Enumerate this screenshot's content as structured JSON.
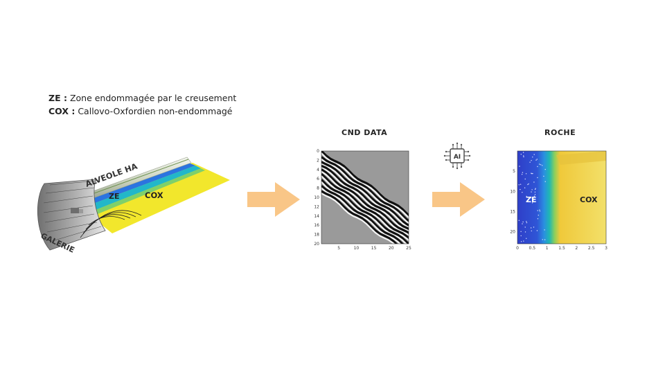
{
  "legend": {
    "ze_key": "ZE :",
    "ze_text": "Zone endommagée par le creusement",
    "cox_key": "COX :",
    "cox_text": "Callovo-Oxfordien non-endommagé"
  },
  "scene": {
    "alveole_label": "ALVEOLE HA",
    "ze_label": "ZE",
    "cox_label": "COX",
    "galerie_label": "GALERIE"
  },
  "cnd_panel": {
    "title": "CND DATA"
  },
  "ai_icon": {
    "label": "AI"
  },
  "roche_panel": {
    "title": "ROCHE",
    "ze_label": "ZE",
    "cox_label": "COX"
  },
  "colors": {
    "arrow": "#f8c07a",
    "cox_yellow": "#f2e72c",
    "ze_blue": "#2f3fc8",
    "teal": "#1fb7b3"
  },
  "chart_data": [
    {
      "type": "heatmap",
      "name": "CND DATA",
      "x_ticks": [
        "5",
        "10",
        "15",
        "20",
        "25"
      ],
      "y_ticks": [
        "0",
        "2",
        "4",
        "6",
        "8",
        "10",
        "12",
        "14",
        "16",
        "18",
        "20"
      ],
      "xlim": [
        0,
        25
      ],
      "ylim": [
        0,
        20
      ]
    },
    {
      "type": "heatmap",
      "name": "ROCHE",
      "x_ticks": [
        "0",
        "0.5",
        "1",
        "1.5",
        "2",
        "2.5",
        "3"
      ],
      "y_ticks": [
        "5",
        "10",
        "15",
        "20"
      ],
      "xlim": [
        0,
        3
      ],
      "ylim": [
        0,
        23
      ]
    }
  ]
}
